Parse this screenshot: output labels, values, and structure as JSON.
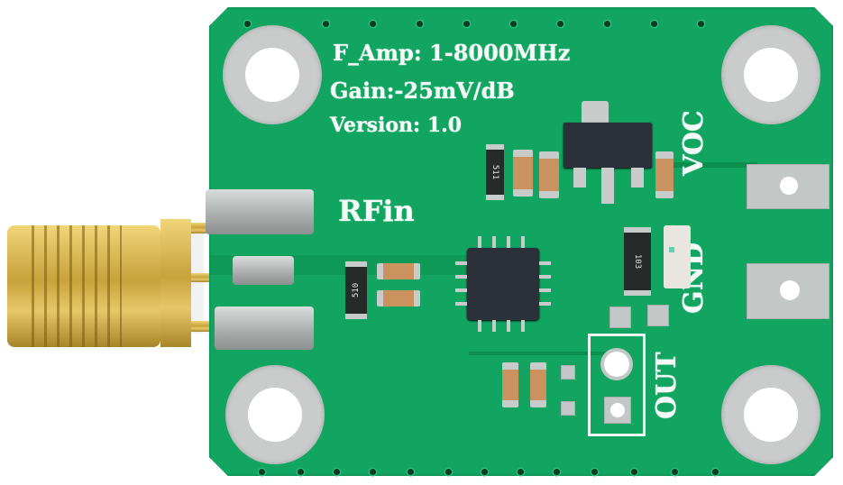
{
  "image": {
    "subject": "RF logarithmic power detector PCB module with SMA connector",
    "background_color": "#ffffff",
    "board_color": "#12a561"
  },
  "silkscreen": {
    "spec_line_1": "F_Amp: 1-8000MHz",
    "spec_line_2": "Gain:-25mV/dB",
    "spec_line_3": "Version: 1.0",
    "input_label": "RFin",
    "pin_label_vcc": "VOC",
    "pin_label_gnd": "GND",
    "pin_label_out": "OUT"
  },
  "component_markings": {
    "resistor_top": "511",
    "resistor_input": "510",
    "resistor_right": "103"
  },
  "connector": {
    "type": "SMA female edge connector",
    "color": "#c8a23b"
  }
}
